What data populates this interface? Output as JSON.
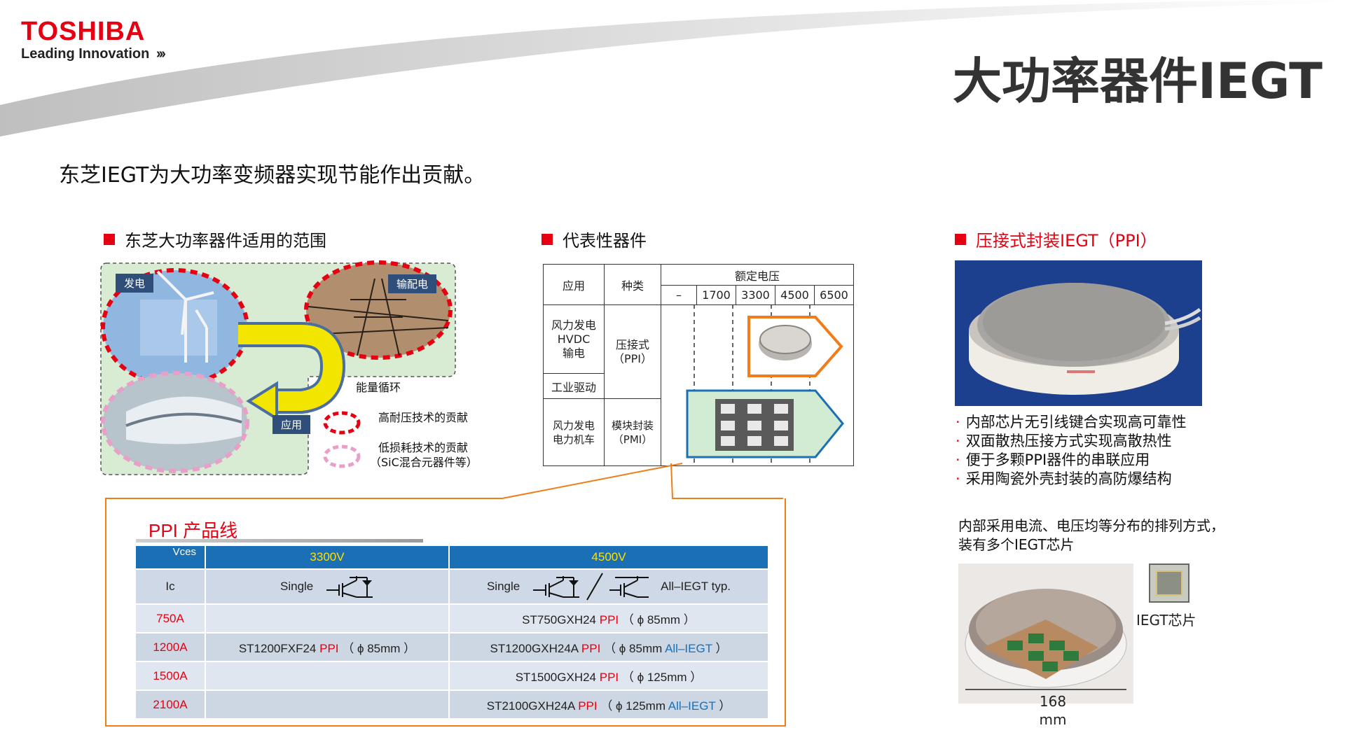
{
  "header": {
    "logo": "TOSHIBA",
    "tagline": "Leading Innovation",
    "tagline_arrows": "›››",
    "title": "大功率器件IEGT"
  },
  "subtitle": "东芝IEGT为大功率变频器实现节能作出贡献。",
  "range_section": {
    "heading": "东芝大功率器件适用的范围",
    "tags": {
      "generation": "发电",
      "transmission": "输配电",
      "application": "应用"
    },
    "energy_cycle": "能量循环",
    "legend_high_voltage": "高耐压技术的贡献",
    "legend_low_loss": "低损耗技术的贡献",
    "legend_low_loss_2": "（SiC混合元器件等）"
  },
  "rep_section": {
    "heading": "代表性器件",
    "col_app": "应用",
    "col_type": "种类",
    "col_rated": "额定电压",
    "voltages": [
      "–",
      "1700",
      "3300",
      "4500",
      "6500"
    ],
    "app_1a": "风力发电",
    "app_1b": "HVDC",
    "app_1c": "输电",
    "app_2": "工业驱动",
    "app_3a": "风力发电",
    "app_3b": "电力机车",
    "type_ppi_a": "压接式",
    "type_ppi_b": "（PPI）",
    "type_pmi_a": "模块封装",
    "type_pmi_b": "（PMI）"
  },
  "ppi_section": {
    "heading": "压接式封装IEGT（PPI）",
    "bullets": [
      "内部芯片无引线键合实现高可靠性",
      "双面散热压接方式实现高散热性",
      "便于多颗PPI器件的串联应用",
      "采用陶瓷外壳封装的高防爆结构"
    ],
    "internal_desc_1": "内部采用电流、电压均等分布的排列方式，",
    "internal_desc_2": "装有多个IEGT芯片",
    "chip_label": "IEGT芯片",
    "dim_value": "168",
    "dim_unit": "mm"
  },
  "product_line": {
    "title": "PPI 产品线",
    "vces": "Vces",
    "ic": "Ic",
    "v3300": "3300V",
    "v4500": "4500V",
    "single": "Single",
    "single2": "Single",
    "all_iegt_typ": "All–IEGT typ.",
    "rows": [
      {
        "ic": "750A",
        "c3300": "",
        "c4500_model": "ST750GXH24",
        "c4500_ppi": "PPI",
        "c4500_size": "（ ϕ 85mm ）",
        "c4500_tail": "",
        "c4500_close": ""
      },
      {
        "ic": "1200A",
        "c3300_model": "ST1200FXF24",
        "c3300_ppi": "PPI",
        "c3300_size": "（ ϕ 85mm ）",
        "c4500_model": "ST1200GXH24A",
        "c4500_ppi": "PPI",
        "c4500_size": "（ ϕ 85mm",
        "c4500_tail": "All–IEGT",
        "c4500_close": "）"
      },
      {
        "ic": "1500A",
        "c3300": "",
        "c4500_model": "ST1500GXH24",
        "c4500_ppi": "PPI",
        "c4500_size": "（ ϕ 125mm ）",
        "c4500_tail": "",
        "c4500_close": ""
      },
      {
        "ic": "2100A",
        "c3300": "",
        "c4500_model": "ST2100GXH24A",
        "c4500_ppi": "PPI",
        "c4500_size": "（ ϕ 125mm",
        "c4500_tail": "All–IEGT",
        "c4500_close": "）"
      }
    ]
  }
}
